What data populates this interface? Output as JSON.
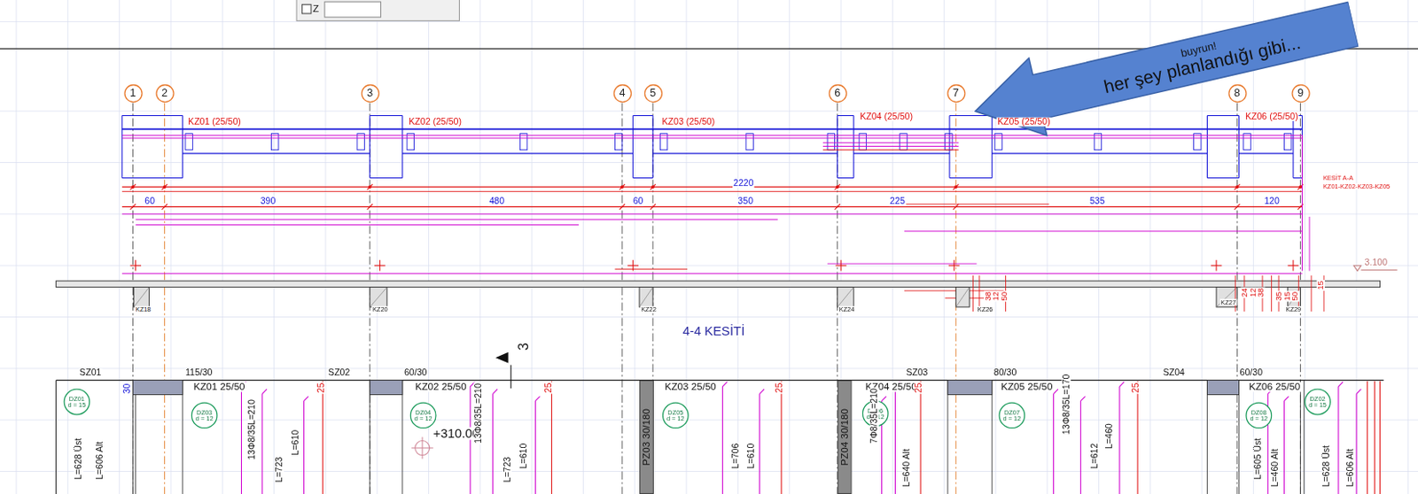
{
  "diagram": {
    "nodes": [
      {
        "text": [
          "1"
        ]
      },
      {
        "text": [
          "2"
        ]
      },
      {
        "text": [
          "3"
        ]
      },
      {
        "text": [
          "4"
        ]
      },
      {
        "text": [
          "5"
        ]
      },
      {
        "text": [
          "6"
        ]
      },
      {
        "text": [
          "7"
        ]
      },
      {
        "text": [
          "8"
        ]
      },
      {
        "text": [
          "9"
        ]
      },
      {
        "text": [
          "buyrun!",
          "her şey planlandığı gibi..."
        ]
      },
      {
        "text": [
          "DZ01",
          "d = 15"
        ]
      },
      {
        "text": [
          "DZ03",
          "d = 12"
        ]
      },
      {
        "text": [
          "DZ04",
          "d = 12"
        ]
      },
      {
        "text": [
          "DZ05",
          "d = 12"
        ]
      },
      {
        "text": [
          "DZ06",
          "d = 12"
        ]
      },
      {
        "text": [
          "DZ07",
          "d = 12"
        ]
      },
      {
        "text": [
          "DZ08",
          "d = 12"
        ]
      },
      {
        "text": [
          "DZ02",
          "d = 15"
        ]
      },
      {
        "text": [
          "PZ03 30/180"
        ]
      },
      {
        "text": [
          "PZ04 30/180"
        ]
      }
    ],
    "labels": [
      "Z",
      "KZ01 (25/50)",
      "KZ02 (25/50)",
      "KZ03 (25/50)",
      "KZ04 (25/50)",
      "KZ05 (25/50)",
      "KZ06 (25/50)",
      "60",
      "390",
      "480",
      "60",
      "2220",
      "350",
      "225",
      "535",
      "120",
      "KESİT A-A",
      "KZ01-KZ02-KZ03-KZ05",
      "3.100",
      "KZ18",
      "KZ20",
      "KZ22",
      "KZ24",
      "KZ26",
      "KZ27",
      "KZ29",
      "4-4 KESİTİ",
      "3",
      "+310.00",
      "SZ01",
      "115/30",
      "SZ02",
      "60/30",
      "SZ03",
      "80/30",
      "SZ04",
      "60/30",
      "30",
      "KZ01 25/50",
      "KZ02 25/50",
      "KZ03 25/50",
      "KZ04 25/50",
      "KZ05 25/50",
      "KZ06 25/50",
      "25",
      "25",
      "25",
      "25",
      "25",
      "L=628 Üst",
      "L=606 Alt",
      "13Φ8/35L=210",
      "L=723",
      "L=610",
      "13Φ8/35L=210",
      "L=723",
      "L=610",
      "L=706",
      "L=610",
      "7Φ8/35L=210",
      "L=640 Alt",
      "13Φ8/35L=170",
      "L=612",
      "L=460",
      "L=605 Üst",
      "L=460 Alt",
      "L=628 Üst",
      "L=606 Alt",
      "38",
      "12",
      "50",
      "24",
      "12",
      "38",
      "35",
      "15",
      "50",
      "15"
    ]
  }
}
